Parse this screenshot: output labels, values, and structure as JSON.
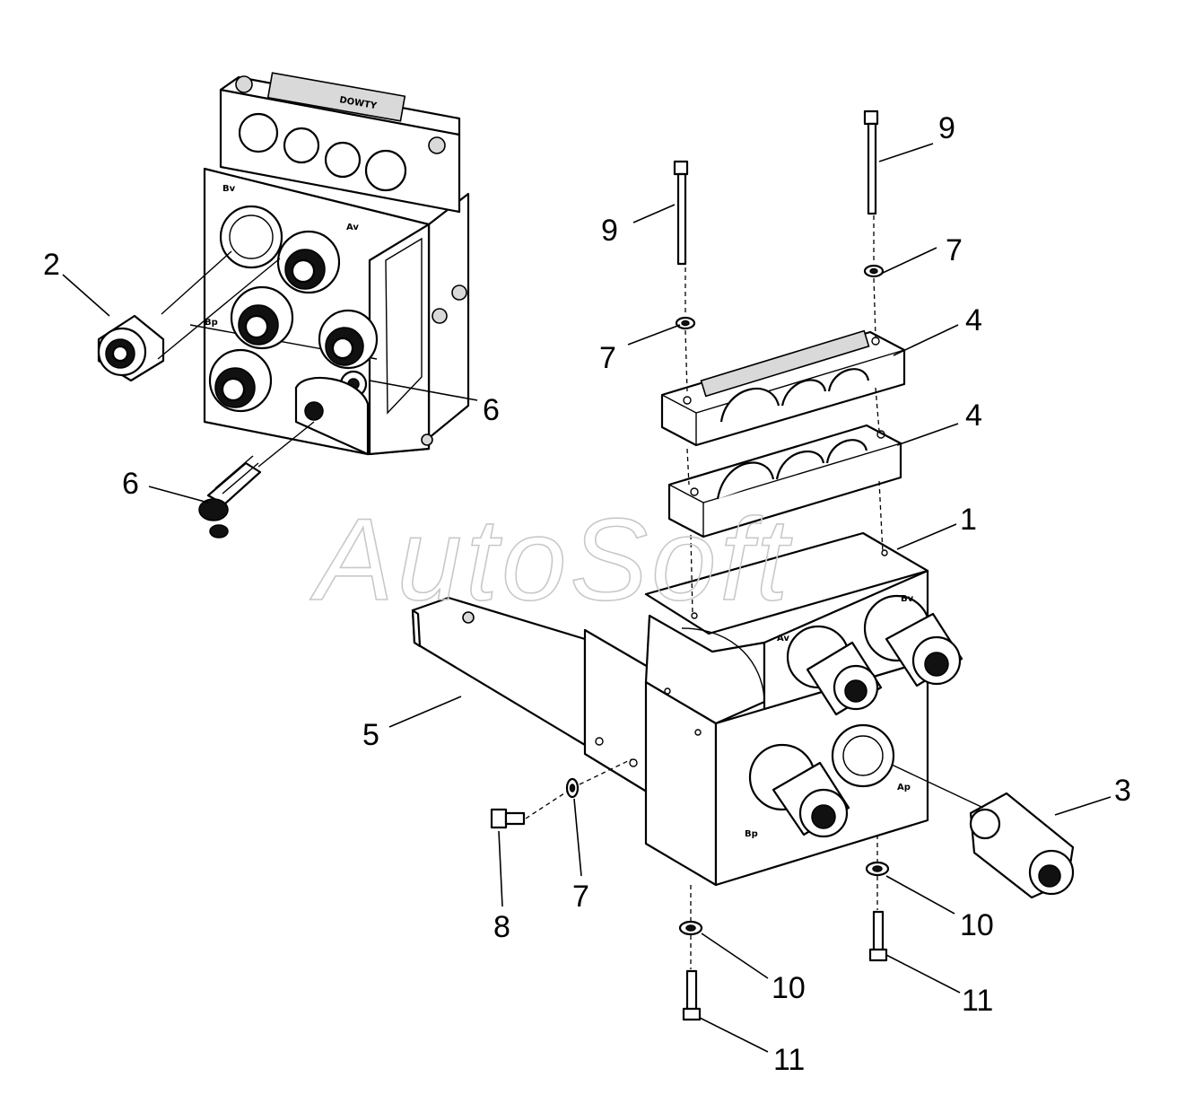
{
  "watermark": "AutoSoft",
  "callouts": {
    "c1": "1",
    "c2": "2",
    "c3": "3",
    "c4a": "4",
    "c4b": "4",
    "c5": "5",
    "c6a": "6",
    "c6b": "6",
    "c7a": "7",
    "c7b": "7",
    "c7c": "7",
    "c8": "8",
    "c9a": "9",
    "c9b": "9",
    "c10a": "10",
    "c10b": "10",
    "c11a": "11",
    "c11b": "11"
  },
  "port_labels": {
    "upper_bv": "Bv",
    "upper_av": "Av",
    "upper_bp": "Bp",
    "lower_bv": "Bv",
    "lower_av": "Av",
    "lower_ap": "Ap",
    "lower_bp": "Bp"
  }
}
